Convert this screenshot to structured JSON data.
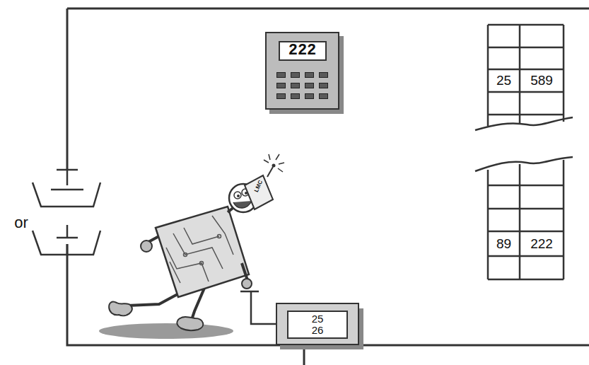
{
  "diagram": {
    "nodes": [
      {
        "text": [
          "222"
        ]
      },
      {
        "text": [
          "25",
          "26"
        ]
      }
    ],
    "labels": [
      "25",
      "589",
      "89",
      "222",
      "or",
      "LMC"
    ]
  }
}
